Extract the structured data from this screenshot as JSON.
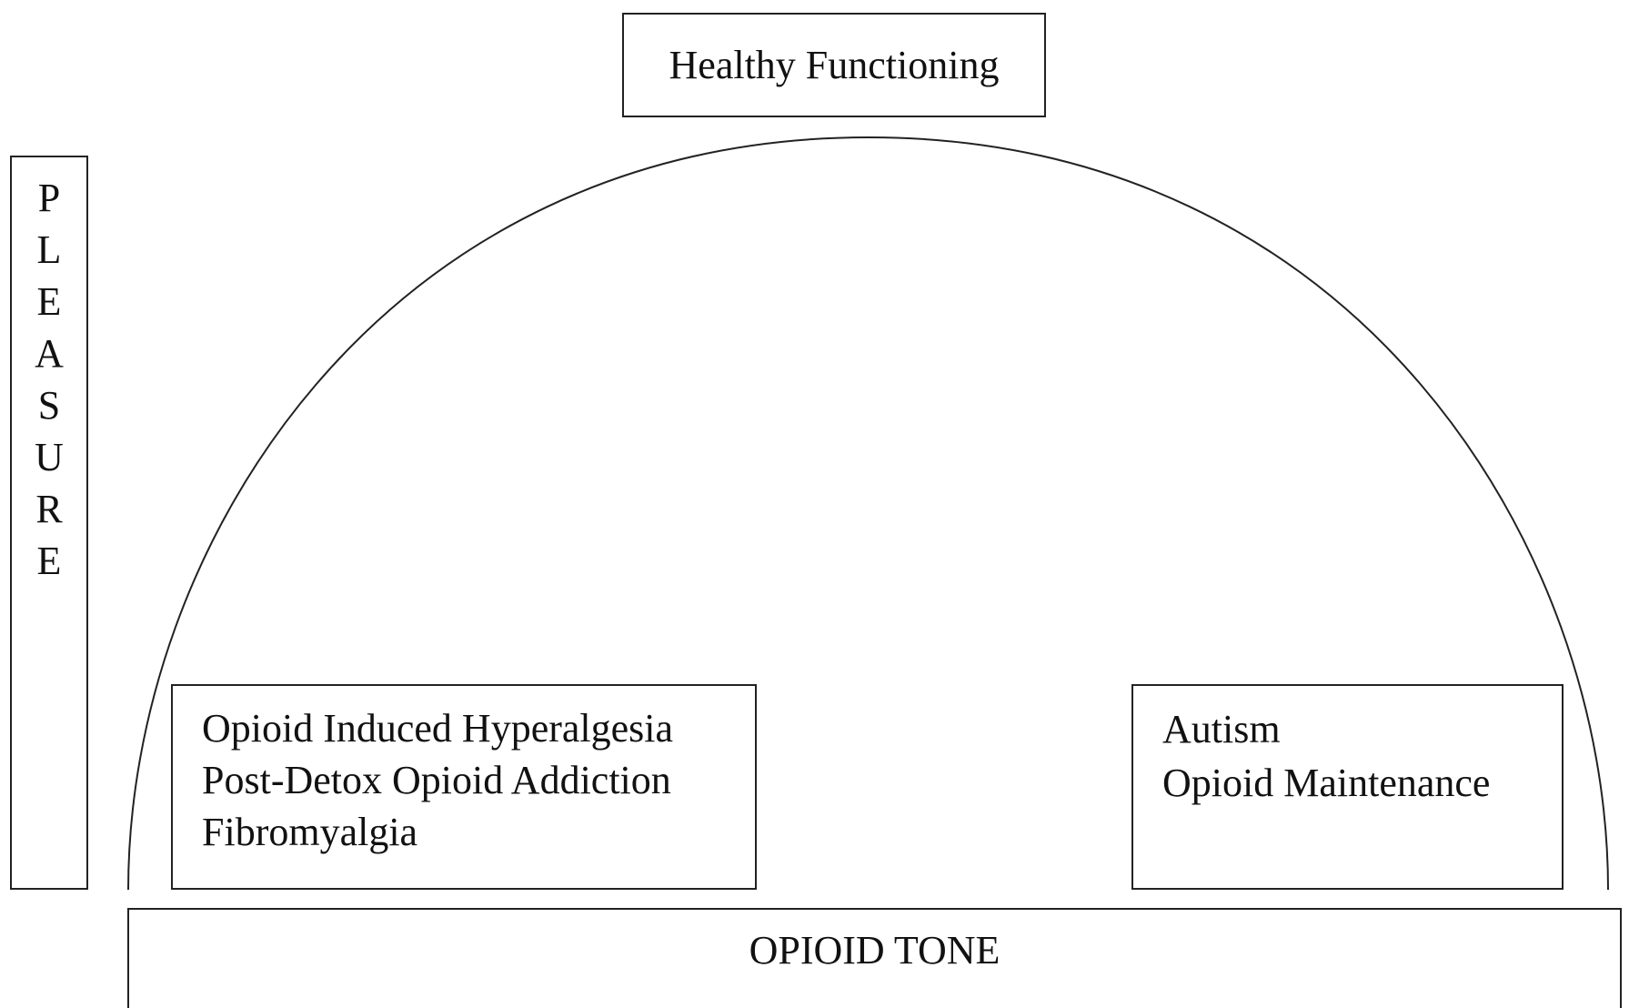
{
  "diagram": {
    "top_label": "Healthy Functioning",
    "vertical_label": [
      "P",
      "L",
      "E",
      "A",
      "S",
      "U",
      "R",
      "E"
    ],
    "left_box_lines": [
      "Opioid Induced Hyperalgesia",
      "Post-Detox Opioid Addiction",
      "Fibromyalgia"
    ],
    "right_box_lines": [
      "Autism",
      "Opioid Maintenance"
    ],
    "bottom_label": "OPIOID TONE"
  }
}
